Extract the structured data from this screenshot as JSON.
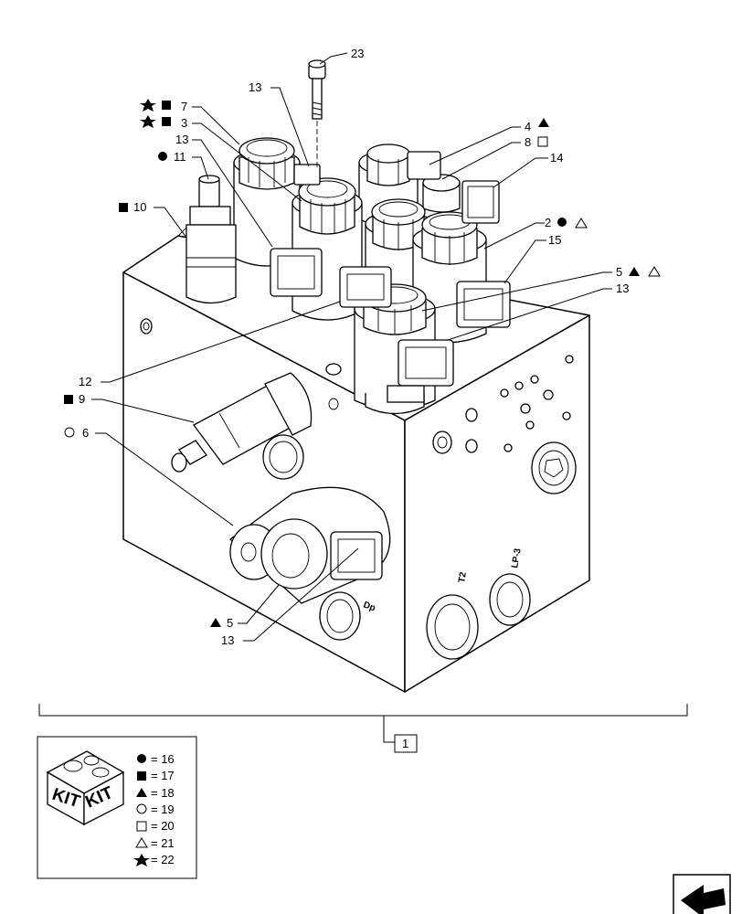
{
  "callouts": [
    {
      "id": "c23",
      "text": "23"
    },
    {
      "id": "c13a",
      "text": "13"
    },
    {
      "id": "c7",
      "text": "7"
    },
    {
      "id": "c3",
      "text": "3"
    },
    {
      "id": "c13b",
      "text": "13"
    },
    {
      "id": "c11",
      "text": "11"
    },
    {
      "id": "c10",
      "text": "10"
    },
    {
      "id": "c4",
      "text": "4"
    },
    {
      "id": "c8",
      "text": "8"
    },
    {
      "id": "c14",
      "text": "14"
    },
    {
      "id": "c2",
      "text": "2"
    },
    {
      "id": "c15",
      "text": "15"
    },
    {
      "id": "c5a",
      "text": "5"
    },
    {
      "id": "c13c",
      "text": "13"
    },
    {
      "id": "c12",
      "text": "12"
    },
    {
      "id": "c9",
      "text": "9"
    },
    {
      "id": "c6",
      "text": "6"
    },
    {
      "id": "c5b",
      "text": "5"
    },
    {
      "id": "c13d",
      "text": "13"
    },
    {
      "id": "c1",
      "text": "1"
    }
  ],
  "port_labels": {
    "dp": "Dp",
    "t2": "T2",
    "lp3": "LP-3"
  },
  "kit": {
    "badge": "KIT",
    "legend": [
      {
        "symbol": "filled-circle",
        "text": "= 16"
      },
      {
        "symbol": "filled-square",
        "text": "= 17"
      },
      {
        "symbol": "filled-triangle",
        "text": "= 18"
      },
      {
        "symbol": "open-circle",
        "text": "= 19"
      },
      {
        "symbol": "open-square",
        "text": "= 20"
      },
      {
        "symbol": "open-triangle",
        "text": "= 21"
      },
      {
        "symbol": "star",
        "text": "= 22"
      }
    ]
  },
  "icons": {
    "nav": "arrow-icon"
  }
}
